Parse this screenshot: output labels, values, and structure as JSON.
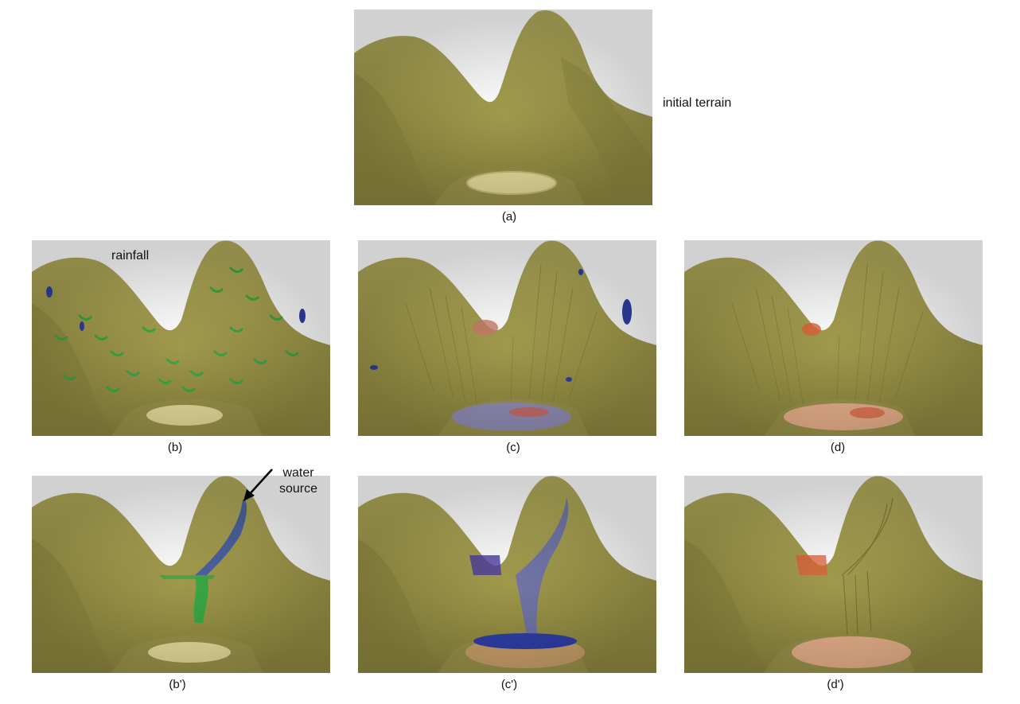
{
  "labels": {
    "initial_terrain": "initial terrain",
    "rainfall": "rainfall",
    "water_source_line1": "water",
    "water_source_line2": "source"
  },
  "captions": {
    "a": "(a)",
    "b": "(b)",
    "c": "(c)",
    "d": "(d)",
    "b_prime": "(b')",
    "c_prime": "(c')",
    "d_prime": "(d')"
  },
  "colors": {
    "terrain": "#a39c4e",
    "terrain_dark": "#7f7838",
    "lake_bed": "#e8dc9a",
    "water_blue": "#2f3fa8",
    "water_green": "#3aa845",
    "deposit_red": "#e0603a"
  }
}
